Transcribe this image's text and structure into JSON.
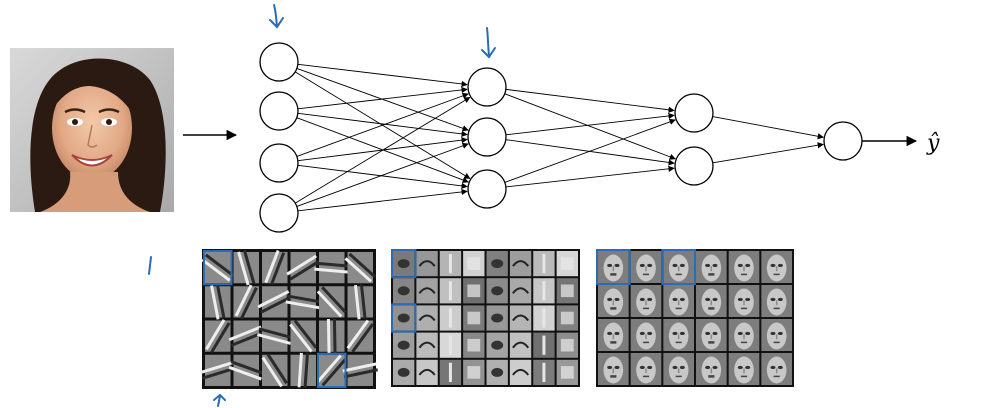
{
  "output": {
    "label": "ŷ"
  },
  "network": {
    "layers": [
      4,
      3,
      2,
      1
    ]
  },
  "feature_panels": [
    {
      "name": "edge-detectors",
      "rows": 4,
      "cols": 6,
      "style": "edges"
    },
    {
      "name": "face-parts",
      "rows": 5,
      "cols": 8,
      "style": "parts"
    },
    {
      "name": "face-templates",
      "rows": 4,
      "cols": 6,
      "style": "faces"
    }
  ],
  "colors": {
    "ink": "#000000",
    "pen": "#2a6db5",
    "panel_bg": "#7a7a7a"
  }
}
